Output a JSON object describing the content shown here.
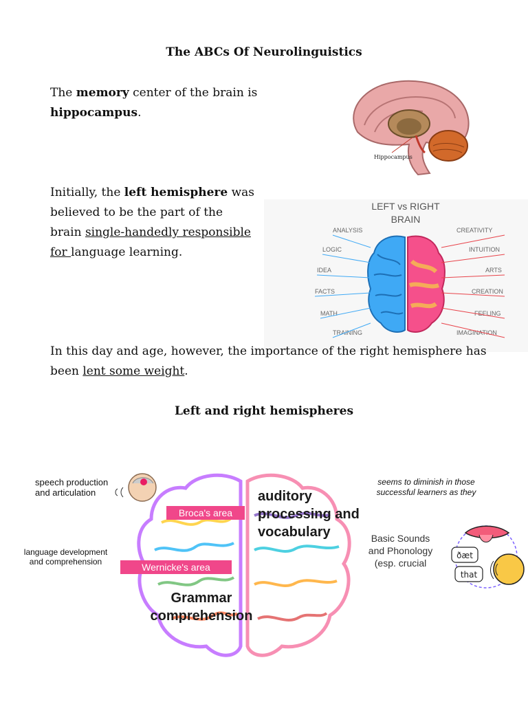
{
  "title": "The ABCs Of Neurolinguistics",
  "para1": {
    "t1": "The ",
    "b1": "memory",
    "t2": " center of the brain is ",
    "b2": "hippocampus",
    "t3": "."
  },
  "para2": {
    "t1": "Initially, the ",
    "b1": "left hemisphere",
    "t2": " was believed to be the part of the brain ",
    "u1": "single-handedly responsible for ",
    "t3": "language learning."
  },
  "para3": {
    "t1": "In this day and age, however, the importance of the right hemisphere has been ",
    "u1": "lent some weight",
    "t2": "."
  },
  "hippo_label": "Hippocampus",
  "lr_brain": {
    "title_line1": "LEFT vs RIGHT",
    "title_line2": "BRAIN",
    "left": [
      "ANALYSIS",
      "LOGIC",
      "IDEA",
      "FACTS",
      "MATH",
      "TRAINING"
    ],
    "right": [
      "CREATIVITY",
      "INTUITION",
      "ARTS",
      "CREATION",
      "FEELING",
      "IMAGINATION"
    ]
  },
  "subtitle": "Left and right hemispheres",
  "diagram": {
    "speech": "speech production and articulation",
    "langdev": "language development and comprehension",
    "broca": "Broca's area",
    "wernicke": "Wernicke's area",
    "auditory": "auditory processing and vocabulary",
    "grammar": "Grammar comprehension",
    "diminish": "seems to diminish in those successful learners as they",
    "basic": "Basic Sounds and Phonology (esp. crucial",
    "bubble1": "ðæt",
    "bubble2": "that"
  },
  "colors": {
    "pink": "#f0478a",
    "lb_blue": "#3fa9f5",
    "lb_pink": "#f5508b"
  }
}
